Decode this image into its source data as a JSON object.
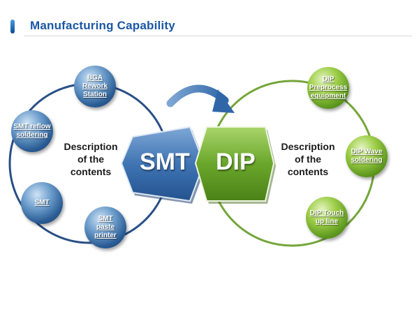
{
  "header": {
    "title": "Manufacturing  Capability"
  },
  "smt": {
    "label": "SMT",
    "description": [
      "Description",
      "of the",
      "contents"
    ],
    "nodes": [
      {
        "label": [
          "BGA",
          "Rework",
          "Station"
        ]
      },
      {
        "label": [
          "SMT reflow",
          "soldering"
        ]
      },
      {
        "label": [
          "SMT"
        ]
      },
      {
        "label": [
          "SMT",
          "paste",
          "printer"
        ]
      }
    ]
  },
  "dip": {
    "label": "DIP",
    "description": [
      "Description",
      "of the",
      "contents"
    ],
    "nodes": [
      {
        "label": [
          "DIP",
          "Preprocess",
          "equipment"
        ]
      },
      {
        "label": [
          "DIP Wave",
          "soldering"
        ]
      },
      {
        "label": [
          "DIP Touch",
          "up line"
        ]
      }
    ]
  },
  "colors": {
    "accent_blue": "#1a57a6",
    "smt_blue": "#3f74b3",
    "dip_green": "#6aa62b",
    "ring_blue": "#294f86",
    "ring_green": "#74a53a"
  }
}
